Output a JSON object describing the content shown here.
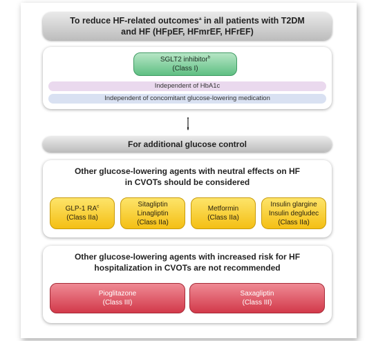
{
  "top_header": {
    "line1_pre": "To reduce HF-related outcomes",
    "line1_sup": "a",
    "line1_post": " in all patients with T2DM",
    "line2": "and HF (HFpEF, HFmrEF, HFrEF)"
  },
  "sglt2": {
    "name": "SGLT2 inhibitor",
    "sup": "b",
    "class": "(Class I)",
    "notes": [
      "Independent of HbA1c",
      "Independent of concomitant glucose-lowering medication"
    ]
  },
  "mid_header": "For additional glucose control",
  "neutral_panel": {
    "heading_line1": "Other glucose-lowering agents with neutral effects on HF",
    "heading_line2": "in CVOTs should be considered",
    "agents": [
      {
        "line1": "GLP-1 RA",
        "sup": "c",
        "line2": "",
        "class": "(Class IIa)"
      },
      {
        "line1": "Sitagliptin",
        "sup": "",
        "line2": "Linagliptin",
        "class": "(Class IIa)"
      },
      {
        "line1": "Metformin",
        "sup": "",
        "line2": "",
        "class": "(Class IIa)"
      },
      {
        "line1": "Insulin glargine",
        "sup": "",
        "line2": "Insulin degludec",
        "class": "(Class IIa)"
      }
    ]
  },
  "risk_panel": {
    "heading_line1": "Other glucose-lowering agents with increased risk for HF",
    "heading_line2": "hospitalization in CVOTs are not recommended",
    "agents": [
      {
        "name": "Pioglitazone",
        "class": "(Class III)"
      },
      {
        "name": "Saxagliptin",
        "class": "(Class III)"
      }
    ]
  },
  "colors": {
    "green": "#5fbf83",
    "yellow": "#f4bf14",
    "red": "#d2394a",
    "band_purple": "#ead9ee",
    "band_blue": "#d9e1f2",
    "header_gray": "#c8c8c8"
  }
}
